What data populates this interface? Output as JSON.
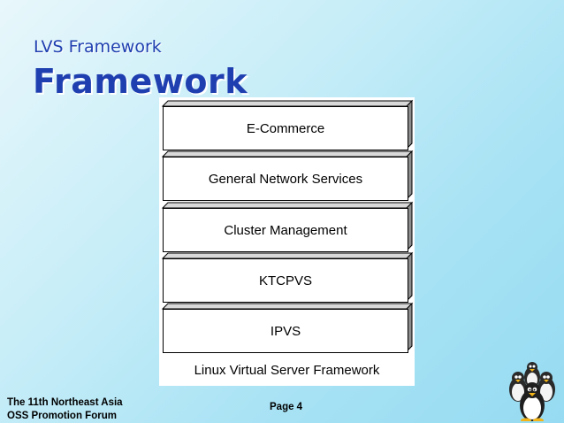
{
  "slide": {
    "subtitle": "LVS Framework",
    "title": "Framework"
  },
  "diagram": {
    "layers": [
      "E-Commerce",
      "General Network Services",
      "Cluster Management",
      "KTCPVS",
      "IPVS"
    ],
    "caption": "Linux Virtual Server  Framework"
  },
  "footer": {
    "forum_line1": "The 11th Northeast Asia",
    "forum_line2": "OSS Promotion Forum",
    "page": "Page 4"
  },
  "mascot": {
    "icon": "tux-penguin-group-icon"
  },
  "colors": {
    "title": "#1f3fb0",
    "layer_side": "#8c8c8c",
    "layer_top": "#d9d9d9"
  }
}
